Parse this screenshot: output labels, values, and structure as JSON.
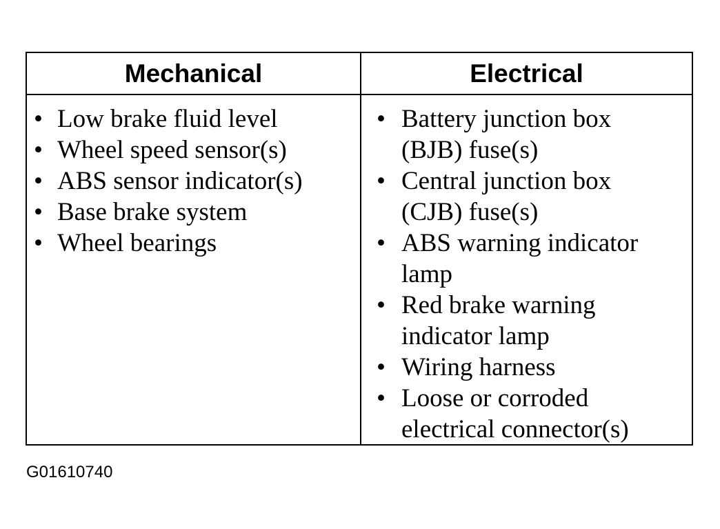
{
  "table": {
    "headers": [
      "Mechanical",
      "Electrical"
    ],
    "mechanical": [
      [
        "Low brake fluid level"
      ],
      [
        "Wheel speed sensor(s)"
      ],
      [
        "ABS sensor indicator(s)"
      ],
      [
        "Base brake system"
      ],
      [
        "Wheel bearings"
      ]
    ],
    "electrical": [
      [
        "Battery junction box",
        "(BJB) fuse(s)"
      ],
      [
        "Central junction box",
        "(CJB) fuse(s)"
      ],
      [
        "ABS warning indicator",
        "lamp"
      ],
      [
        "Red brake warning",
        "indicator lamp"
      ],
      [
        "Wiring harness"
      ],
      [
        "Loose or corroded",
        "electrical connector(s)"
      ]
    ],
    "bullet": "•"
  },
  "figure_id": "G01610740"
}
